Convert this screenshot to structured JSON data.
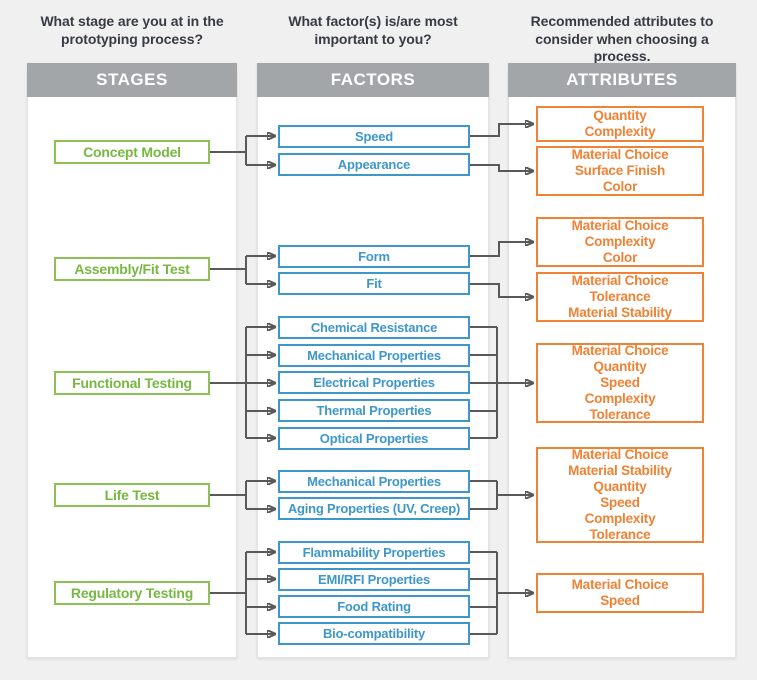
{
  "diagram_title": "Prototyping process selection diagram",
  "columns": [
    {
      "id": "stages",
      "question": "What stage are you at in the prototyping process?",
      "header": "STAGES",
      "items": [
        "Concept Model",
        "Assembly/Fit Test",
        "Functional Testing",
        "Life Test",
        "Regulatory Testing"
      ]
    },
    {
      "id": "factors",
      "question": "What factor(s) is/are most important to you?",
      "header": "FACTORS",
      "items": [
        "Speed",
        "Appearance",
        "Form",
        "Fit",
        "Chemical Resistance",
        "Mechanical Properties",
        "Electrical Properties",
        "Thermal Properties",
        "Optical Properties",
        "Mechanical Properties",
        "Aging Properties (UV, Creep)",
        "Flammability Properties",
        "EMI/RFI Properties",
        "Food Rating",
        "Bio-compatibility"
      ]
    },
    {
      "id": "attributes",
      "question": "Recommended attributes to consider when choosing a process.",
      "header": "ATTRIBUTES",
      "boxes": [
        {
          "lines": [
            "Quantity",
            "Complexity"
          ]
        },
        {
          "lines": [
            "Material Choice",
            "Surface Finish",
            "Color"
          ]
        },
        {
          "lines": [
            "Material Choice",
            "Complexity",
            "Color"
          ]
        },
        {
          "lines": [
            "Material Choice",
            "Tolerance",
            "Material Stability"
          ]
        },
        {
          "lines": [
            "Material Choice",
            "Quantity",
            "Speed",
            "Complexity",
            "Tolerance"
          ]
        },
        {
          "lines": [
            "Material Choice",
            "Material Stability",
            "Quantity",
            "Speed",
            "Complexity",
            "Tolerance"
          ]
        },
        {
          "lines": [
            "Material Choice",
            "Speed"
          ]
        }
      ]
    }
  ],
  "mapping": [
    {
      "stage": "Concept Model",
      "factors": [
        "Speed",
        "Appearance"
      ]
    },
    {
      "stage": "Assembly/Fit Test",
      "factors": [
        "Form",
        "Fit"
      ]
    },
    {
      "stage": "Functional Testing",
      "factors": [
        "Chemical Resistance",
        "Mechanical Properties",
        "Electrical Properties",
        "Thermal Properties",
        "Optical Properties"
      ]
    },
    {
      "stage": "Life Test",
      "factors": [
        "Mechanical Properties",
        "Aging Properties (UV, Creep)"
      ]
    },
    {
      "stage": "Regulatory Testing",
      "factors": [
        "Flammability Properties",
        "EMI/RFI Properties",
        "Food Rating",
        "Bio-compatibility"
      ]
    }
  ],
  "colors": {
    "background": "#f0f0f1",
    "panel_white": "#ffffff",
    "header_gray": "#a2a6a9",
    "question_text": "#373b44",
    "stage_green": "#8cc155",
    "factor_blue": "#3e97cb",
    "attribute_orange": "#ef8234",
    "connector_gray": "#58595b"
  }
}
